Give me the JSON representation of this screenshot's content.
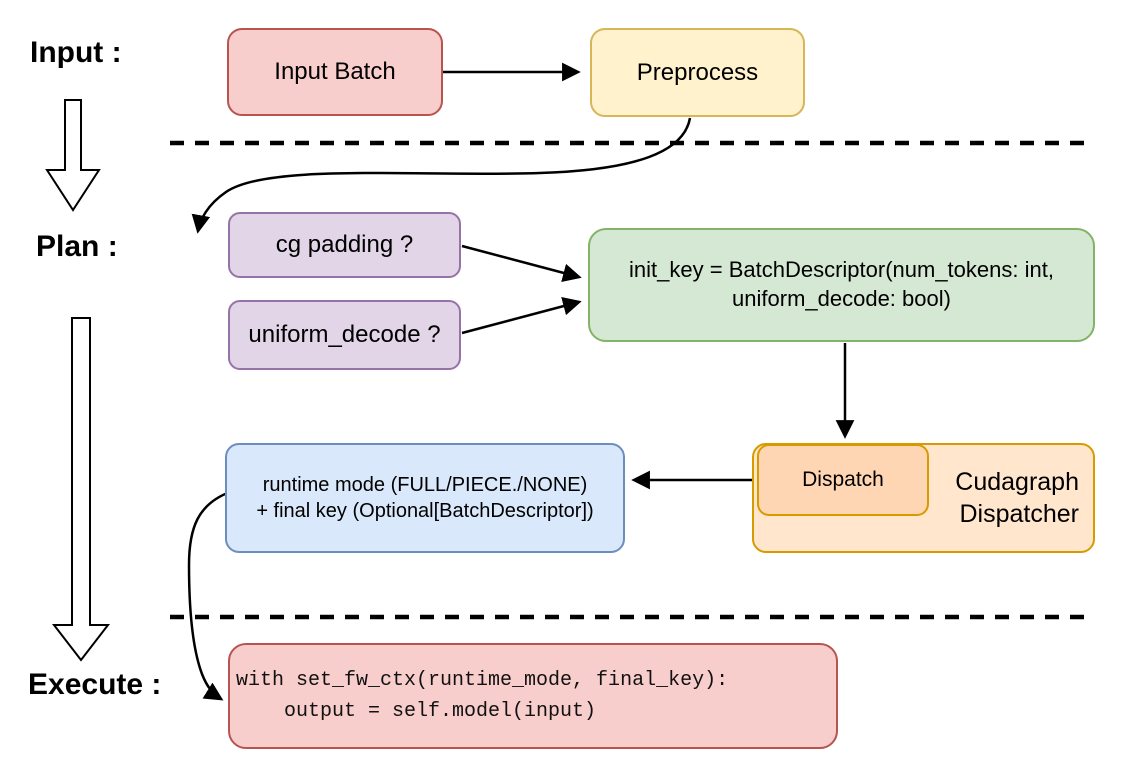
{
  "stage_labels": {
    "input": "Input :",
    "plan": "Plan :",
    "execute": "Execute :"
  },
  "boxes": {
    "input_batch": {
      "label": "Input Batch"
    },
    "preprocess": {
      "label": "Preprocess"
    },
    "cg_padding": {
      "label": "cg padding ?"
    },
    "uniform_decode": {
      "label": "uniform_decode ?"
    },
    "init_key": {
      "line1": "init_key = BatchDescriptor(num_tokens: int,",
      "line2": "uniform_decode: bool)"
    },
    "dispatch": {
      "label": "Dispatch"
    },
    "cudagraph_dispatcher": {
      "line1": "Cudagraph",
      "line2": "Dispatcher"
    },
    "runtime_mode": {
      "line1": "runtime mode (FULL/PIECE./NONE)",
      "line2": "+ final key (Optional[BatchDescriptor])"
    },
    "execute_code": {
      "line1": "with set_fw_ctx(runtime_mode, final_key):",
      "line2": "    output = self.model(input)"
    }
  },
  "colors": {
    "red_fill": "#f8cecc",
    "red_stroke": "#b85450",
    "yellow_fill": "#fff2cc",
    "yellow_stroke": "#d6b656",
    "purple_fill": "#e1d5e7",
    "purple_stroke": "#9673a6",
    "green_fill": "#d5e8d4",
    "green_stroke": "#82b366",
    "blue_fill": "#dae8fc",
    "blue_stroke": "#6c8ebf",
    "orange_outer_fill": "#ffe6cc",
    "orange_inner_fill": "#ffd6b3",
    "orange_stroke": "#d79b00",
    "connector": "#000000"
  }
}
